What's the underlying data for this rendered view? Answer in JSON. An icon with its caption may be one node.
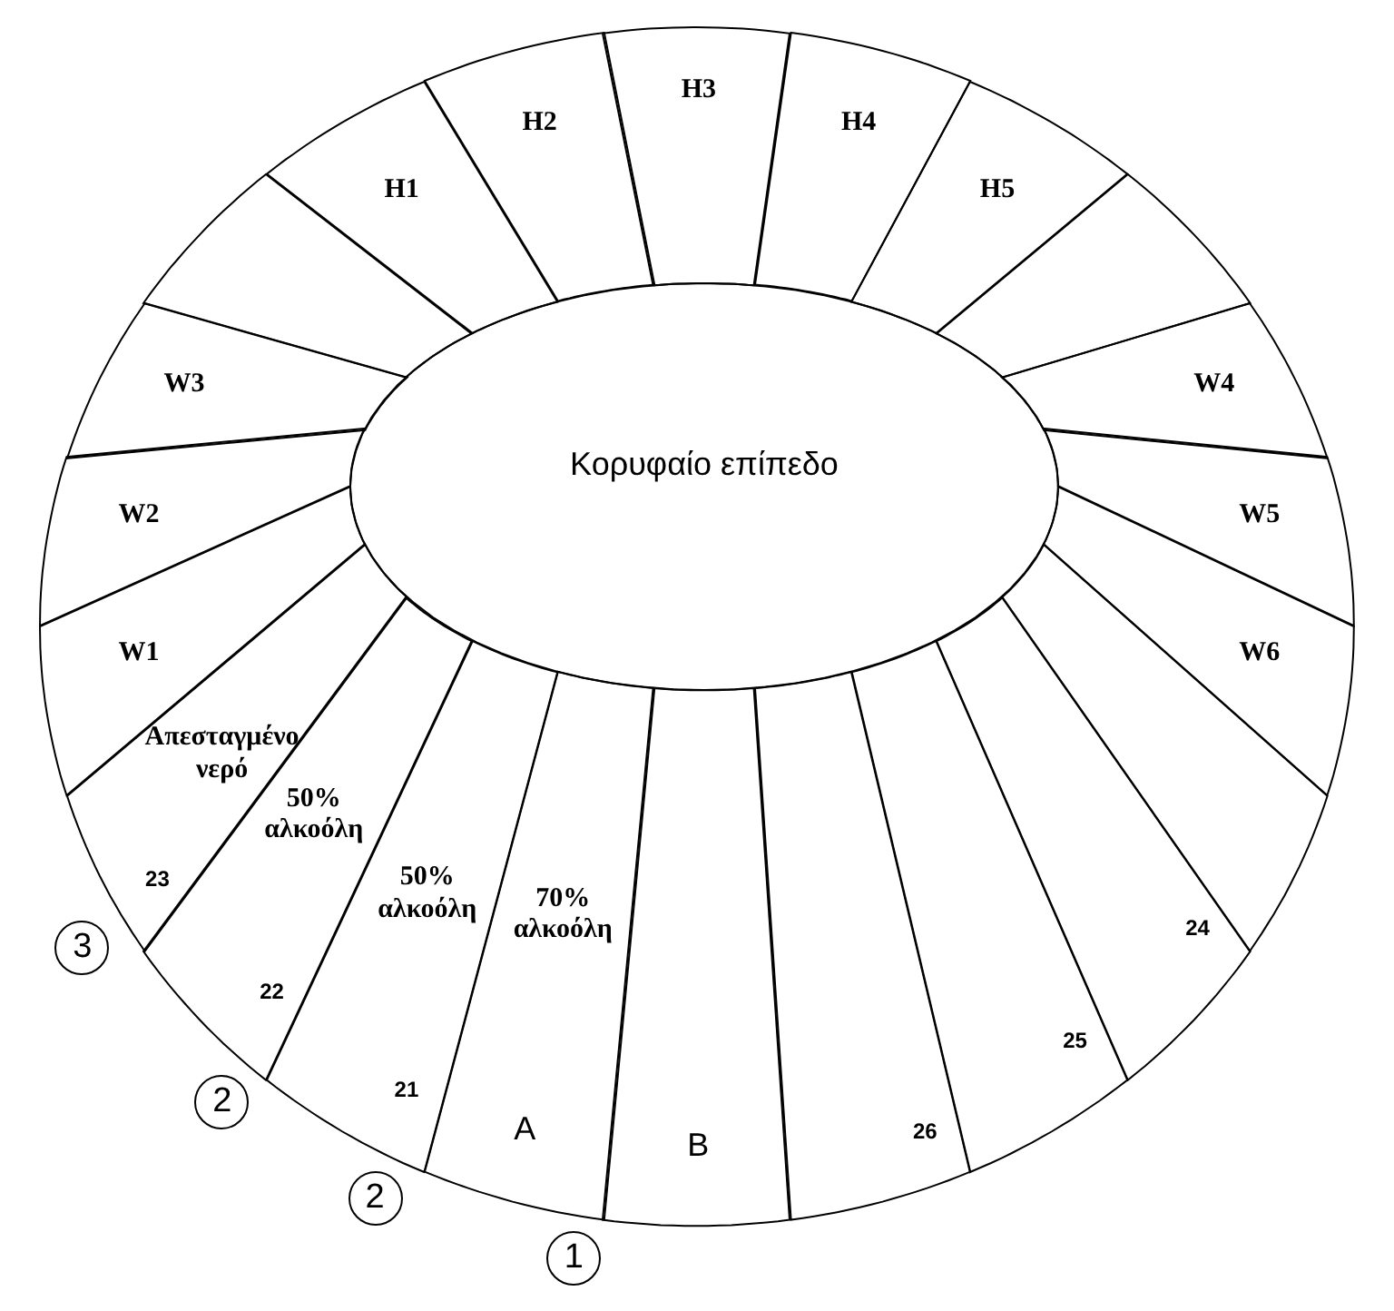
{
  "diagram": {
    "nodes": [
      {
        "text": [],
        "shape": "box"
      },
      {
        "text": [
          "H1"
        ]
      },
      {
        "text": [
          "H2"
        ]
      },
      {
        "text": [
          "H3"
        ]
      },
      {
        "text": [
          "H4"
        ]
      },
      {
        "text": [
          "H5"
        ]
      },
      {
        "text": [],
        "shape": "box"
      },
      {
        "text": [
          "W4"
        ]
      },
      {
        "text": [
          "W5"
        ]
      },
      {
        "text": [
          "W6"
        ]
      },
      {
        "text": [],
        "shape": "box"
      },
      {
        "text": [
          "24"
        ]
      },
      {
        "text": [
          "25"
        ]
      },
      {
        "text": [
          "26"
        ]
      },
      {
        "text": [
          "B"
        ]
      },
      {
        "text": [
          "70% αλκοόλη",
          "A"
        ]
      },
      {
        "text": [
          "50% αλκοόλη",
          "21"
        ]
      },
      {
        "text": [
          "50% αλκοόλη",
          "22"
        ]
      },
      {
        "text": [
          "Απεσταγμένο νερό",
          "23"
        ]
      },
      {
        "text": [
          "W1"
        ]
      },
      {
        "text": [
          "W2"
        ]
      },
      {
        "text": [
          "W3"
        ]
      },
      {
        "text": [
          "Κορυφαίο επίπεδο"
        ]
      },
      {
        "text": [
          "3"
        ]
      },
      {
        "text": [
          "2"
        ]
      },
      {
        "text": [
          "2"
        ]
      },
      {
        "text": [
          "1"
        ]
      }
    ]
  }
}
